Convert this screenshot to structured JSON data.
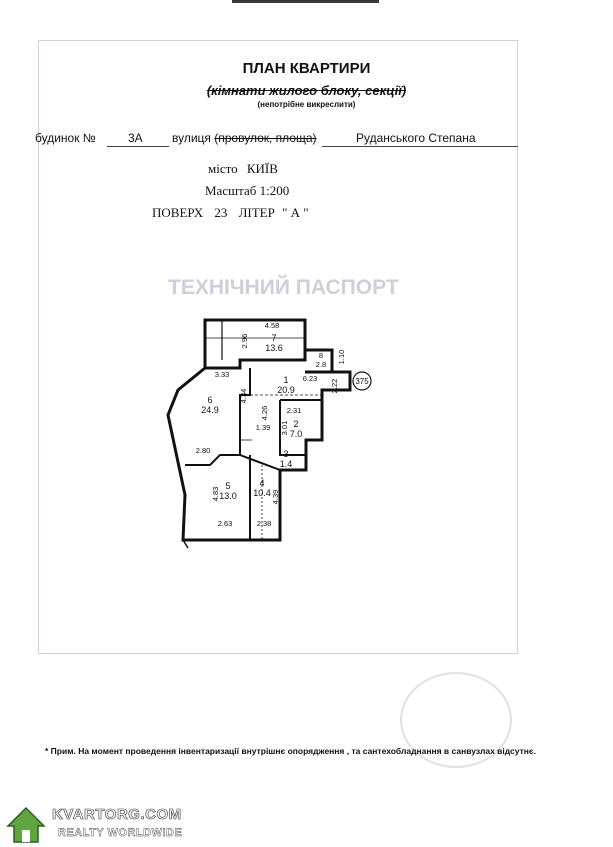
{
  "header": {
    "title": "ПЛАН КВАРТИРИ",
    "subtitle": "(кімнати жилого блоку, секції)",
    "note": "(непотрібне викреслити)"
  },
  "address": {
    "house_label": "будинок №",
    "house_number": "3А",
    "street_label_prefix": "вулиця ",
    "street_label_struck": "(провулок, площа)",
    "street_name": "Руданського Степана",
    "city_label": "місто",
    "city": "КИЇВ",
    "scale": "Масштаб 1:200",
    "floor_label": "ПОВЕРХ",
    "floor": "23",
    "liter_label": "ЛІТЕР",
    "liter": "\"   А   \""
  },
  "background": {
    "faded_heading": "ТЕХНІЧНИЙ ПАСПОРТ"
  },
  "plan": {
    "rooms": [
      {
        "number": "1",
        "area": "20.9"
      },
      {
        "number": "2",
        "area": "7.0"
      },
      {
        "number": "3",
        "area": "1.4"
      },
      {
        "number": "4",
        "area": "10.4"
      },
      {
        "number": "5",
        "area": "13.0"
      },
      {
        "number": "6",
        "area": "24.9"
      },
      {
        "number": "7",
        "area": "13.6"
      },
      {
        "number": "8",
        "area": "2.8"
      }
    ],
    "dimensions": [
      "4.58",
      "2.96",
      "3.33",
      "6.23",
      "1.10",
      "2.22",
      "4.34",
      "4.26",
      "2.31",
      "3.01",
      "1.39",
      "2.80",
      "4.83",
      "2.63",
      "2.38",
      "4.39"
    ],
    "marker": "375"
  },
  "footnote": "* Прим. На момент проведення інвентаризації внутрішнє опорядження , та сантехобладнання в санвузлах відсутнє.",
  "watermark": {
    "brand": "KVARTORG.COM",
    "tagline": "REALTY WORLDWIDE"
  },
  "colors": {
    "ink": "#111111",
    "faded_form": "#cdd0db",
    "logo_green": "#5fa640"
  }
}
